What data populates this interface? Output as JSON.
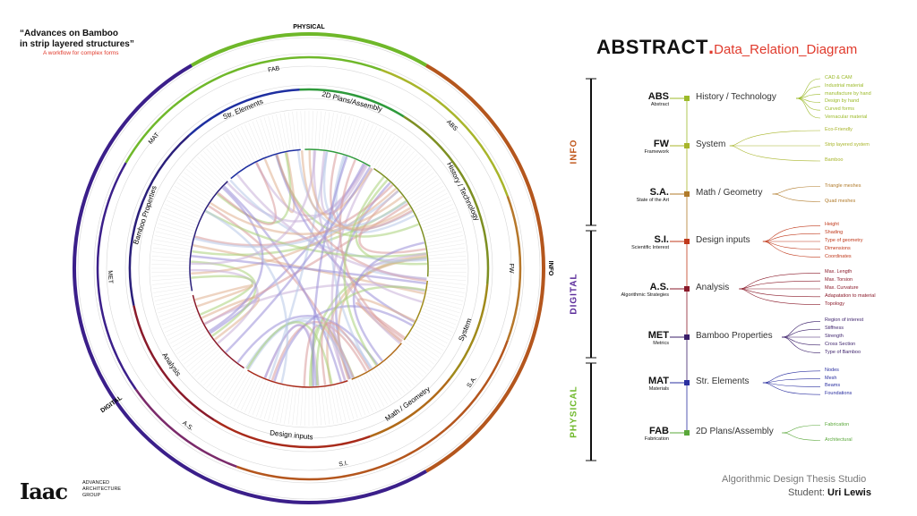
{
  "title": {
    "line1": "“Advances on Bamboo\nin strip layered structures”",
    "line2": "A workflow for complex forms"
  },
  "logo": {
    "mark": "Iaac",
    "sub": "ADVANCED ARCHITECTURE GROUP"
  },
  "header": {
    "main": "ABSTRACT",
    "dot": ".",
    "sub": "Data_Relation_Diagram"
  },
  "footer": {
    "studio": "Algorithmic Design Thesis Studio",
    "student_label": "Student: ",
    "student_name": "Uri Lewis"
  },
  "colors": {
    "info": "#c0571c",
    "digital": "#3b1f8a",
    "physical": "#6fb82a",
    "red": "#e0392b"
  },
  "wheel": {
    "outer_ring": [
      {
        "label": "PHYSICAL",
        "color": "#6fb82a"
      },
      {
        "label": "INFO",
        "color": "#b4561d"
      },
      {
        "label": "DIGITAL",
        "color": "#3b1f8a"
      }
    ],
    "middle_ring": [
      {
        "label": "FAB"
      },
      {
        "label": "ABS"
      },
      {
        "label": "FW"
      },
      {
        "label": "S.A."
      },
      {
        "label": "S.I."
      },
      {
        "label": "A.S."
      },
      {
        "label": "MET"
      },
      {
        "label": "MAT"
      }
    ],
    "inner_ring": [
      {
        "label": "2D Plans/Assembly",
        "color": "#2e9a3b"
      },
      {
        "label": "History / Technology",
        "color": "#7d8f22"
      },
      {
        "label": "System",
        "color": "#a08a1a"
      },
      {
        "label": "Math / Geometry",
        "color": "#b06a18"
      },
      {
        "label": "Design inputs",
        "color": "#a82a1a"
      },
      {
        "label": "Analysis",
        "color": "#8a1a2a"
      },
      {
        "label": "Bamboo Properties",
        "color": "#2a1f7a"
      },
      {
        "label": "Str. Elements",
        "color": "#1e2fa0"
      }
    ]
  },
  "phases": [
    {
      "label": "INFO",
      "color": "#c0571c"
    },
    {
      "label": "DIGITAL",
      "color": "#5a2a9a"
    },
    {
      "label": "PHYSICAL",
      "color": "#6fb82a"
    }
  ],
  "rows": [
    {
      "code": "ABS",
      "sub": "Abstract",
      "cat": "History / Technology",
      "color": "#9cba2a",
      "leaves": [
        "CAD & CAM",
        "Industrial material",
        "manufacture by hand",
        "Design by hand",
        "Curved forms",
        "Vernacular material"
      ]
    },
    {
      "code": "FW",
      "sub": "Framework",
      "cat": "System",
      "color": "#a8b52a",
      "leaves": [
        "Eco-Friendly",
        "Strip layered system",
        "Bamboo"
      ]
    },
    {
      "code": "S.A.",
      "sub": "State of the Art",
      "cat": "Math / Geometry",
      "color": "#b07a2a",
      "leaves": [
        "Triangle meshes",
        "Quad meshes"
      ]
    },
    {
      "code": "S.I.",
      "sub": "Scientific Interest",
      "cat": "Design inputs",
      "color": "#c0391b",
      "leaves": [
        "Height",
        "Shading",
        "Type of geometry",
        "Dimensions",
        "Coordinates"
      ]
    },
    {
      "code": "A.S.",
      "sub": "Algorithmic Strategies",
      "cat": "Analysis",
      "color": "#8a1a2a",
      "leaves": [
        "Max. Length",
        "Max. Torsion",
        "Max. Curvature",
        "Adapatation to material",
        "Topology"
      ]
    },
    {
      "code": "MET",
      "sub": "Metrics",
      "cat": "Bamboo Properties",
      "color": "#3b1f6a",
      "leaves": [
        "Region of interest",
        "Stiffness",
        "Strength",
        "Cross Section",
        "Type of Bamboo"
      ]
    },
    {
      "code": "MAT",
      "sub": "Materials",
      "cat": "Str. Elements",
      "color": "#2a2fa0",
      "leaves": [
        "Nodes",
        "Mesh",
        "Beams",
        "Foundations"
      ]
    },
    {
      "code": "FAB",
      "sub": "Fabrication",
      "cat": "2D Plans/Assembly",
      "color": "#5aa83a",
      "leaves": [
        "Fabrication",
        "Architectural"
      ]
    }
  ]
}
